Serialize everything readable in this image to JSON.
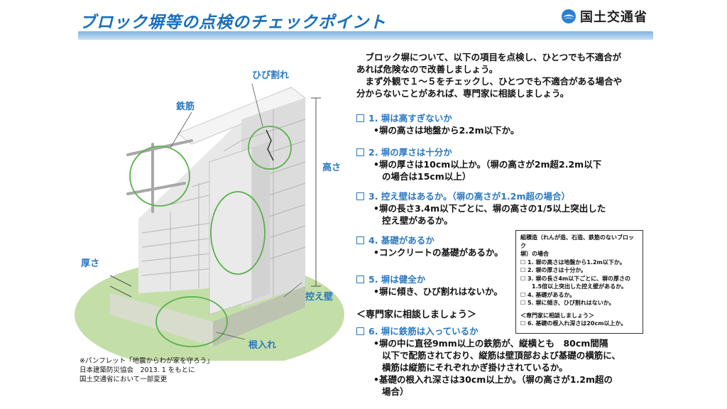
{
  "header": {
    "title": "ブロック塀等の点検のチェックポイント",
    "logo_text": "国土交通省"
  },
  "diagram": {
    "label_crack": "ひび割れ",
    "label_rebar": "鉄筋",
    "label_height": "高さ",
    "label_thickness": "厚さ",
    "label_buttress": "控え壁",
    "label_embed": "根入れ"
  },
  "intro": [
    "　ブロック塀について、以下の項目を点検し、ひとつでも不適合が",
    "あれば危険なので改善しましょう。",
    "　まず外観で１～５をチェックし、ひとつでも不適合がある場合や",
    "分からないことがあれば、専門家に相談しましょう。"
  ],
  "checks": {
    "c1": {
      "head": "1. 塀は高すぎないか",
      "lines": [
        "•塀の高さは地盤から2.2m以下か。"
      ]
    },
    "c2": {
      "head": "2. 塀の厚さは十分か",
      "lines": [
        "•塀の厚さは10cm以上か。（塀の高さが2m超2.2m以下",
        "の場合は15cm以上）"
      ]
    },
    "c3": {
      "head": "3. 控え壁はあるか。（塀の高さが1.2m超の場合）",
      "lines": [
        "•塀の長さ3.4m以下ごとに、塀の高さの1/5以上突出した",
        "控え壁があるか。"
      ]
    },
    "c4": {
      "head": "4. 基礎があるか",
      "lines": [
        "•コンクリートの基礎があるか。"
      ]
    },
    "c5": {
      "head": "5. 塀は健全か",
      "lines": [
        "•塀に傾き、ひび割れはないか。"
      ]
    },
    "consult": "＜専門家に相談しましょう＞",
    "c6": {
      "head": "6. 塀に鉄筋は入っているか",
      "lines": [
        "•塀の中に直径9mm以上の鉄筋が、縦横とも　80cm間隔",
        "以下で配筋されており、縦筋は壁頂部および基礎の横筋に、",
        "横筋は縦筋にそれぞれかぎ掛けされているか。",
        "•基礎の根入れ深さは30cm以上か。（塀の高さが1.2m超の",
        "場合）"
      ]
    }
  },
  "side_box": {
    "title1": "組積造（れんが造、石造、鉄筋のないブロック",
    "title2": "塀）の場合",
    "items": [
      "☐ 1. 塀の高さは地盤から1.2m以下か。",
      "☐ 2. 塀の厚さは十分か。",
      "☐ 3. 塀の長さ4m以下ごとに、塀の厚さの",
      "1.5倍以上突出した控え壁があるか。",
      "☐ 4. 基礎があるか。",
      "☐ 5. 塀に傾き、ひび割れはないか。"
    ],
    "consult": "＜専門家に相談しましょう＞",
    "item6": "☐ 6. 基礎の根入れ深さは20cm以上か。"
  },
  "source": [
    "※パンフレット「地震からわが家を守ろう」",
    "日本建築防災協会　2013. 1 をもとに",
    "国土交通省において一部変更"
  ],
  "colors": {
    "accent": "#2a78c2",
    "ground": "#c4dea8",
    "circle": "#5ab04c",
    "block": "#e6e6e6"
  }
}
